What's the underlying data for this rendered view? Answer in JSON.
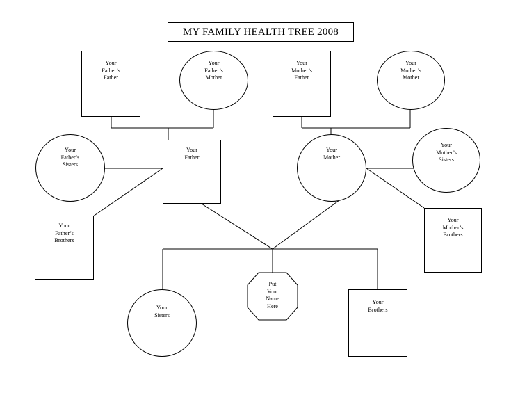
{
  "title": "MY FAMILY HEALTH TREE 2008",
  "nodes": {
    "fathers_father": "Your\nFather’s\nFather",
    "fathers_mother": "Your\nFather’s\nMother",
    "mothers_father": "Your\nMother’s\nFather",
    "mothers_mother": "Your\nMother’s\nMother",
    "fathers_sisters": "Your\nFather’s\nSisters",
    "father": "Your\nFather",
    "mother": "Your\nMother",
    "mothers_sisters": "Your\nMother’s\nSisters",
    "fathers_brothers": "Your\nFather’s\nBrothers",
    "mothers_brothers": "Your\nMother’s\nBrothers",
    "you": "Put\nYour\nName\nHere",
    "sisters": "Your\nSisters",
    "brothers": "Your\nBrothers"
  }
}
